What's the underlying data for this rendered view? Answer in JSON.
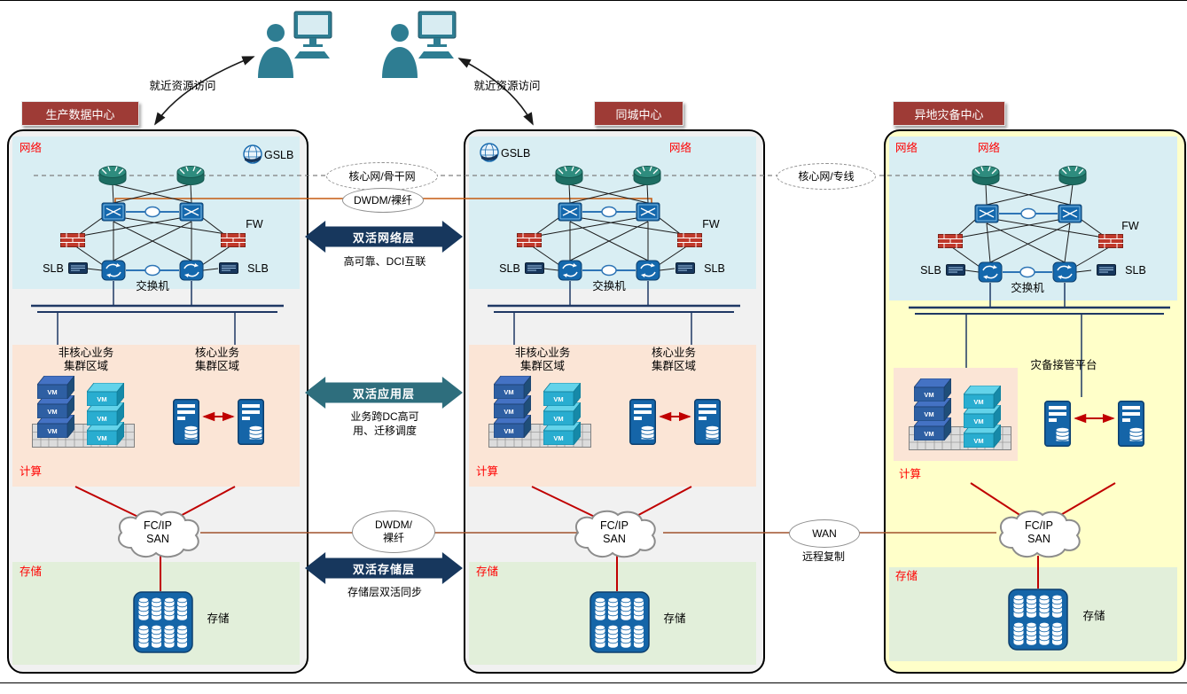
{
  "users": {
    "access_left": "就近资源访问",
    "access_right": "就近资源访问"
  },
  "centers": {
    "prod": {
      "title": "生产数据中心",
      "network": {
        "label": "网络",
        "gslb": "GSLB",
        "fw": "FW",
        "slb_left": "SLB",
        "slb_right": "SLB",
        "switch": "交换机"
      },
      "compute": {
        "noncore": "非核心业务\n集群区域",
        "core": "核心业务\n集群区域",
        "label": "计算",
        "vm": "VM"
      },
      "san": "FC/IP\nSAN",
      "storage": {
        "label": "存储",
        "device": "存储"
      }
    },
    "city": {
      "title": "同城中心",
      "network": {
        "label": "网络",
        "gslb": "GSLB",
        "fw": "FW",
        "slb_left": "SLB",
        "slb_right": "SLB",
        "switch": "交换机"
      },
      "compute": {
        "noncore": "非核心业务\n集群区域",
        "core": "核心业务\n集群区域",
        "label": "计算",
        "vm": "VM"
      },
      "san": "FC/IP\nSAN",
      "storage": {
        "label": "存储",
        "device": "存储"
      }
    },
    "dr": {
      "title": "异地灾备中心",
      "network": {
        "label_a": "网络",
        "label_b": "网络",
        "fw": "FW",
        "slb_left": "SLB",
        "slb_right": "SLB",
        "switch": "交换机"
      },
      "compute": {
        "platform": "灾备接管平台",
        "label": "计算",
        "vm": "VM"
      },
      "san": "FC/IP\nSAN",
      "storage": {
        "label": "存储",
        "device": "存储"
      }
    }
  },
  "connectors": {
    "core_backbone": "核心网/骨干网",
    "dwdm_top": "DWDM/裸纤",
    "core_leased": "核心网/专线",
    "dwdm_bottom": "DWDM/\n裸纤",
    "wan": "WAN",
    "wan_sub": "远程复制",
    "arrow_network": {
      "title": "双活网络层",
      "sub": "高可靠、DCI互联"
    },
    "arrow_app": {
      "title": "双活应用层",
      "sub": "业务跨DC高可\n用、迁移调度"
    },
    "arrow_storage": {
      "title": "双活存储层",
      "sub": "存储层双活同步"
    }
  },
  "colors": {
    "banner": "#9e3b36",
    "network_bg": "#d9eef3",
    "compute_bg": "#fbe5d6",
    "storage_bg": "#e2efda",
    "dr_bg": "#ffffc9",
    "navy": "#17375d",
    "teal_arrow": "#2e6e7d",
    "red_label": "#ff0000",
    "line_red": "#c00000",
    "line_orange": "#c55a11",
    "line_brown": "#a0522d",
    "bus": "#1f3864",
    "device_blue": "#1565a8",
    "person_teal": "#2e7d92"
  }
}
